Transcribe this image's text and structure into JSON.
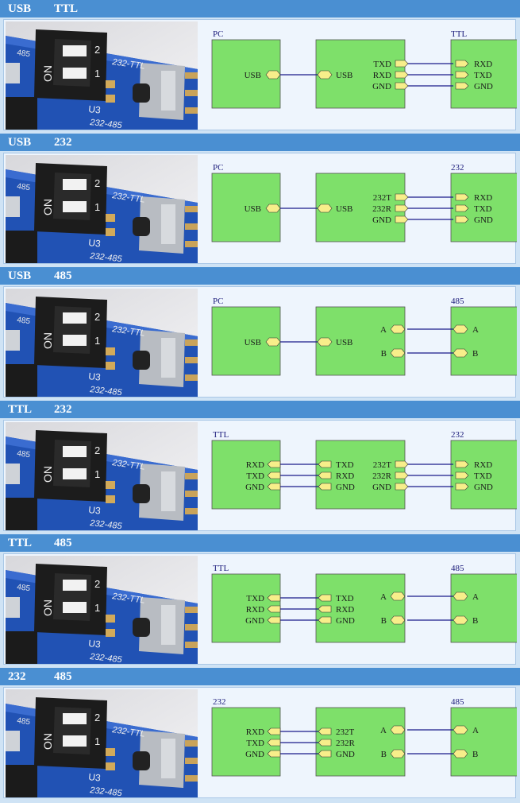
{
  "sections": [
    {
      "header": {
        "left": "USB",
        "right": "TTL"
      },
      "diagram": {
        "left_title": "PC",
        "right_title": "TTL",
        "left_pins": [
          "USB"
        ],
        "mid_left_pins": [
          "USB"
        ],
        "mid_right_pins": [
          "TXD",
          "RXD",
          "GND"
        ],
        "right_pins": [
          "RXD",
          "TXD",
          "GND"
        ]
      }
    },
    {
      "header": {
        "left": "USB",
        "right": "232"
      },
      "diagram": {
        "left_title": "PC",
        "right_title": "232",
        "left_pins": [
          "USB"
        ],
        "mid_left_pins": [
          "USB"
        ],
        "mid_right_pins": [
          "232T",
          "232R",
          "GND"
        ],
        "right_pins": [
          "RXD",
          "TXD",
          "GND"
        ]
      }
    },
    {
      "header": {
        "left": "USB",
        "right": "485"
      },
      "diagram": {
        "left_title": "PC",
        "right_title": "485",
        "left_pins": [
          "USB"
        ],
        "mid_left_pins": [
          "USB"
        ],
        "mid_right_pins": [
          "A",
          "B"
        ],
        "right_pins": [
          "A",
          "B"
        ]
      }
    },
    {
      "header": {
        "left": "TTL",
        "right": "232"
      },
      "diagram": {
        "left_title": "TTL",
        "right_title": "232",
        "left_pins": [
          "RXD",
          "TXD",
          "GND"
        ],
        "mid_left_pins": [
          "TXD",
          "RXD",
          "GND"
        ],
        "mid_right_pins": [
          "232T",
          "232R",
          "GND"
        ],
        "right_pins": [
          "RXD",
          "TXD",
          "GND"
        ]
      }
    },
    {
      "header": {
        "left": "TTL",
        "right": "485"
      },
      "diagram": {
        "left_title": "TTL",
        "right_title": "485",
        "left_pins": [
          "TXD",
          "RXD",
          "GND"
        ],
        "mid_left_pins": [
          "TXD",
          "RXD",
          "GND"
        ],
        "mid_right_pins": [
          "A",
          "B"
        ],
        "right_pins": [
          "A",
          "B"
        ]
      }
    },
    {
      "header": {
        "left": "232",
        "right": "485"
      },
      "diagram": {
        "left_title": "232",
        "right_title": "485",
        "left_pins": [
          "RXD",
          "TXD",
          "GND"
        ],
        "mid_left_pins": [
          "232T",
          "232R",
          "GND"
        ],
        "mid_right_pins": [
          "A",
          "B"
        ],
        "right_pins": [
          "A",
          "B"
        ]
      }
    }
  ],
  "photo": {
    "switch_top_label": "2",
    "switch_bottom_label": "1",
    "on_label": "ON",
    "silk_left": "485",
    "silk_top": "232-TTL",
    "silk_u3": "U3",
    "silk_bottom": "232-485"
  },
  "colors": {
    "header": "#4a8fd2",
    "box": "#7ee06a",
    "pin": "#f7ee8a",
    "wire": "#1a1a8a",
    "board": "#1f4fb0"
  }
}
